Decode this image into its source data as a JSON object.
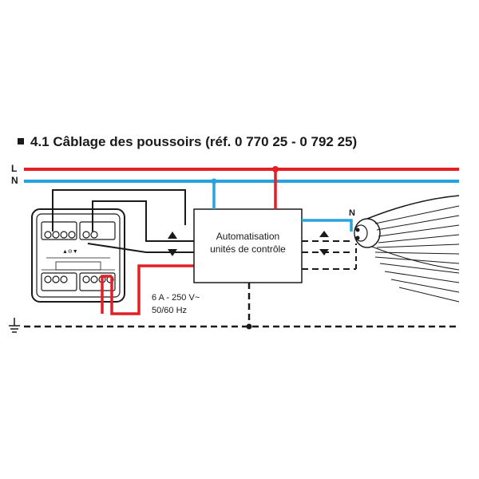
{
  "title": {
    "number": "4.1",
    "text": "Câblage des poussoirs (réf. 0 770 25 - 0 792 25)"
  },
  "lines": {
    "live_label": "L",
    "neutral_label": "N",
    "motor_neutral_label": "N"
  },
  "controller": {
    "line1": "Automatisation",
    "line2": "unités de contrôle"
  },
  "rating": {
    "line1": "6 A - 250 V~",
    "line2": "50/60 Hz"
  },
  "colors": {
    "live": "#e31e24",
    "neutral": "#29a3dc",
    "wire": "#1a1a1a"
  },
  "icons": {
    "ground": "ground-icon",
    "up": "up-arrow-icon",
    "down": "down-arrow-icon"
  }
}
